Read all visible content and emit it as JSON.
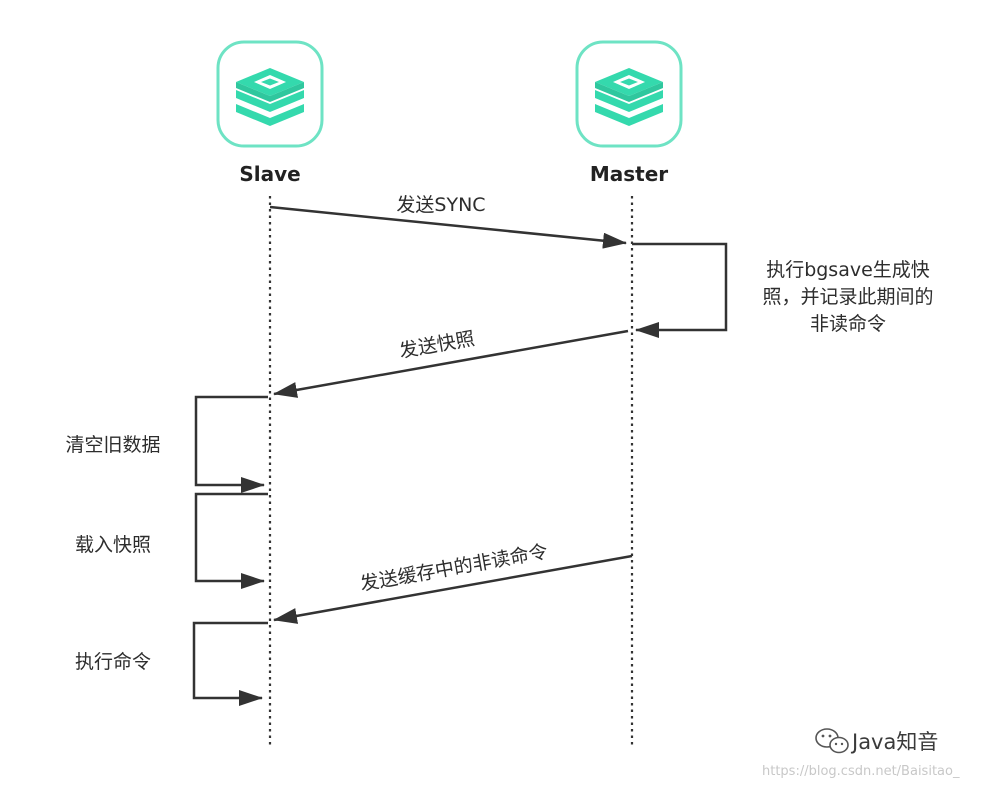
{
  "actors": {
    "slave": {
      "name": "Slave"
    },
    "master": {
      "name": "Master"
    }
  },
  "messages": {
    "send_sync": "发送SYNC",
    "bgsave_note": [
      "执行bgsave生成快",
      "照，并记录此期间的",
      "非读命令"
    ],
    "send_snapshot": "发送快照",
    "clear_old_data": "清空旧数据",
    "load_snapshot": "载入快照",
    "send_buffered": "发送缓存中的非读命令",
    "execute_commands": "执行命令"
  },
  "watermark": {
    "account": "Java知音",
    "url": "https://blog.csdn.net/Baisitao_"
  },
  "colors": {
    "icon_teal": "#34d9ad",
    "icon_border": "#6ee3c4",
    "line": "#333333"
  },
  "icons": {
    "slave_icon": "redis-stack-icon",
    "master_icon": "redis-stack-icon",
    "wechat_icon": "wechat-icon"
  }
}
